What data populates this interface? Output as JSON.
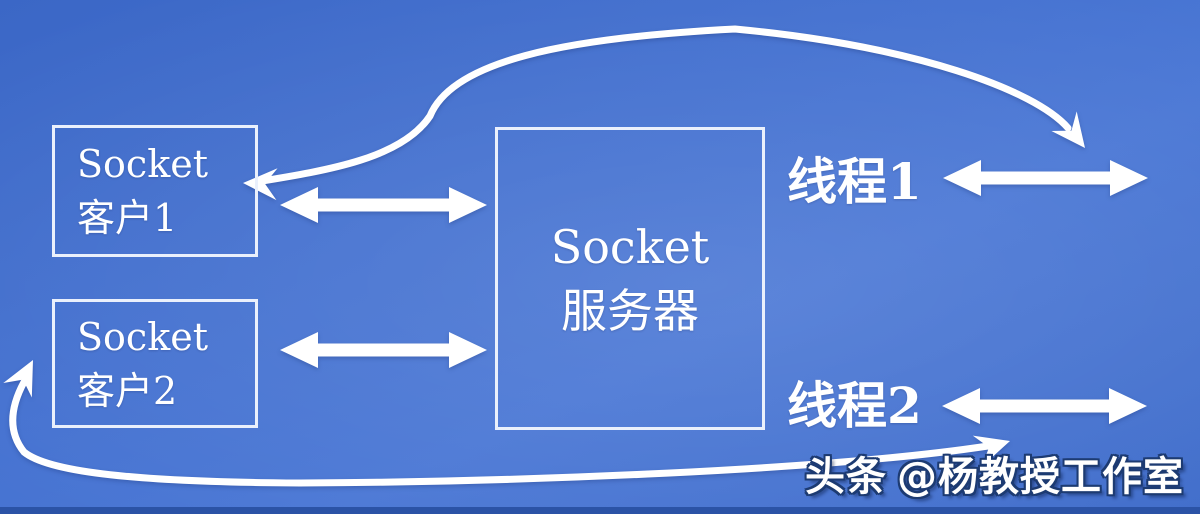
{
  "nodes": {
    "client1": {
      "line1": "Socket",
      "line2": "客户1"
    },
    "client2": {
      "line1": "Socket",
      "line2": "客户2"
    },
    "server": {
      "line1": "Socket",
      "line2": "服务器"
    }
  },
  "labels": {
    "thread1": "线程1",
    "thread2": "线程2"
  },
  "watermark": {
    "brand": "头条",
    "handle": "@杨教授工作室"
  },
  "colors": {
    "background_center": "#4a76d3",
    "background_edge": "#3a66c4",
    "bottom_strip": "#2b53a6",
    "box_border": "#eaf0fc",
    "arrow_fill": "#ffffff",
    "text": "#ffffff",
    "watermark_outline": "#1d3b72"
  },
  "connections": [
    {
      "name": "client1-server",
      "type": "bidirectional-block-arrow"
    },
    {
      "name": "client2-server",
      "type": "bidirectional-block-arrow"
    },
    {
      "name": "thread1-io",
      "type": "bidirectional-block-arrow"
    },
    {
      "name": "thread2-io",
      "type": "bidirectional-block-arrow"
    },
    {
      "name": "thread1-client1-return",
      "type": "bidirectional-curved-arrow"
    },
    {
      "name": "thread2-client2-return",
      "type": "bidirectional-curved-arrow"
    }
  ]
}
